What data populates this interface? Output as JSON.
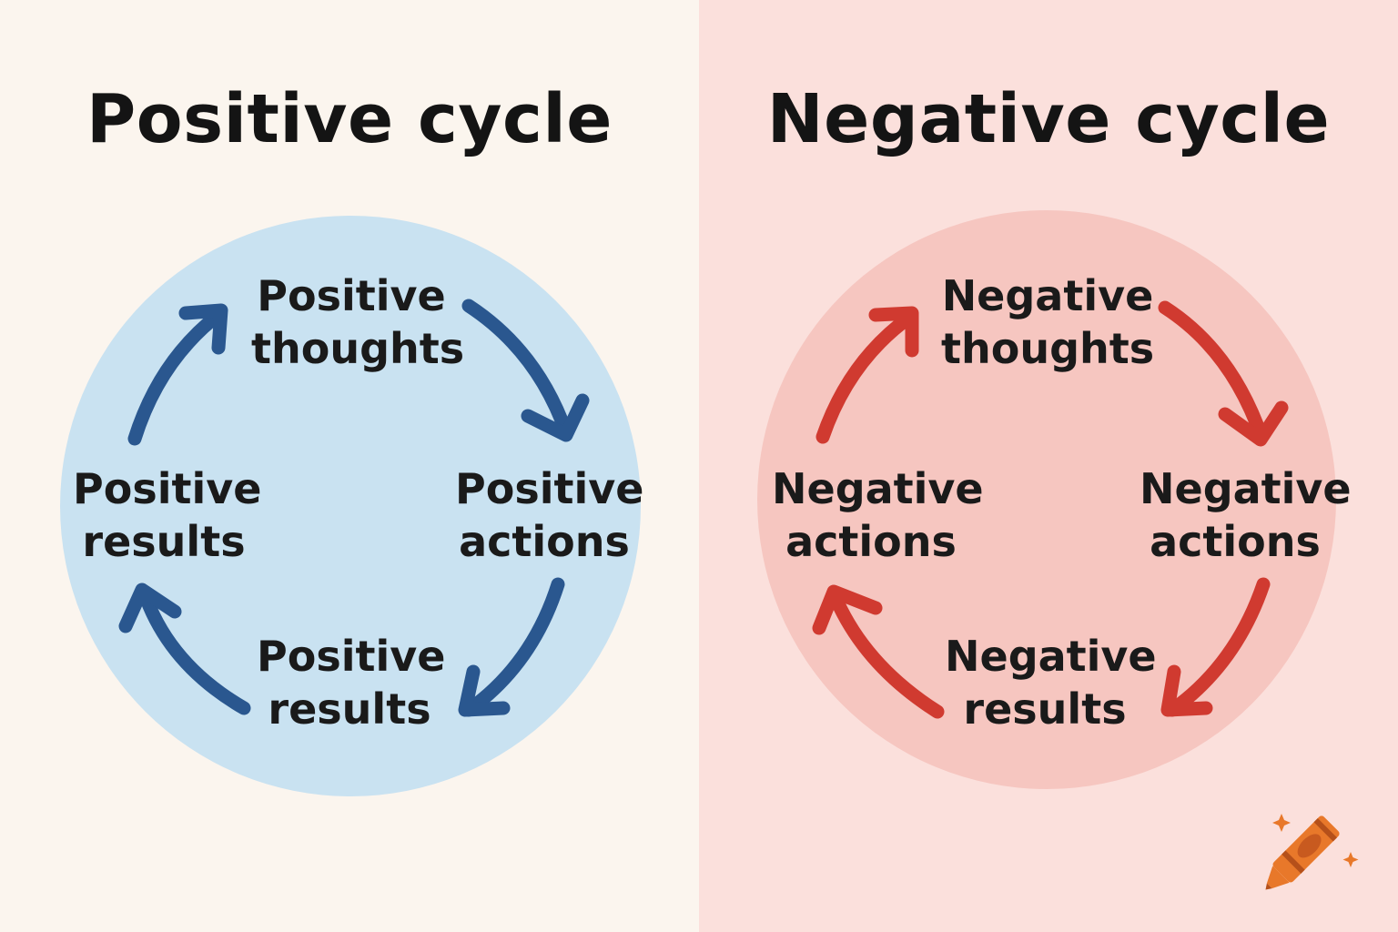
{
  "colors": {
    "positive_background": "#fbf5ee",
    "negative_background": "#fbe0dc",
    "positive_circle": "#c9e2f1",
    "negative_circle": "#f6c6c0",
    "positive_arrow": "#2a578f",
    "negative_arrow": "#d03a30",
    "crayon": "#e8782a"
  },
  "positive": {
    "title": "Positive cycle",
    "top": {
      "line1": "Positive",
      "line2": "thoughts"
    },
    "right": {
      "line1": "Positive",
      "line2": "actions"
    },
    "bottom": {
      "line1": "Positive",
      "line2": "results"
    },
    "left": {
      "line1": "Positive",
      "line2": "results"
    }
  },
  "negative": {
    "title": "Negative cycle",
    "top": {
      "line1": "Negative",
      "line2": "thoughts"
    },
    "right": {
      "line1": "Negative",
      "line2": "actions"
    },
    "bottom": {
      "line1": "Negative",
      "line2": "results"
    },
    "left": {
      "line1": "Negative",
      "line2": "actions"
    }
  },
  "icons": {
    "arrows": "curved-arrow-icon",
    "logo": "crayon-icon"
  }
}
